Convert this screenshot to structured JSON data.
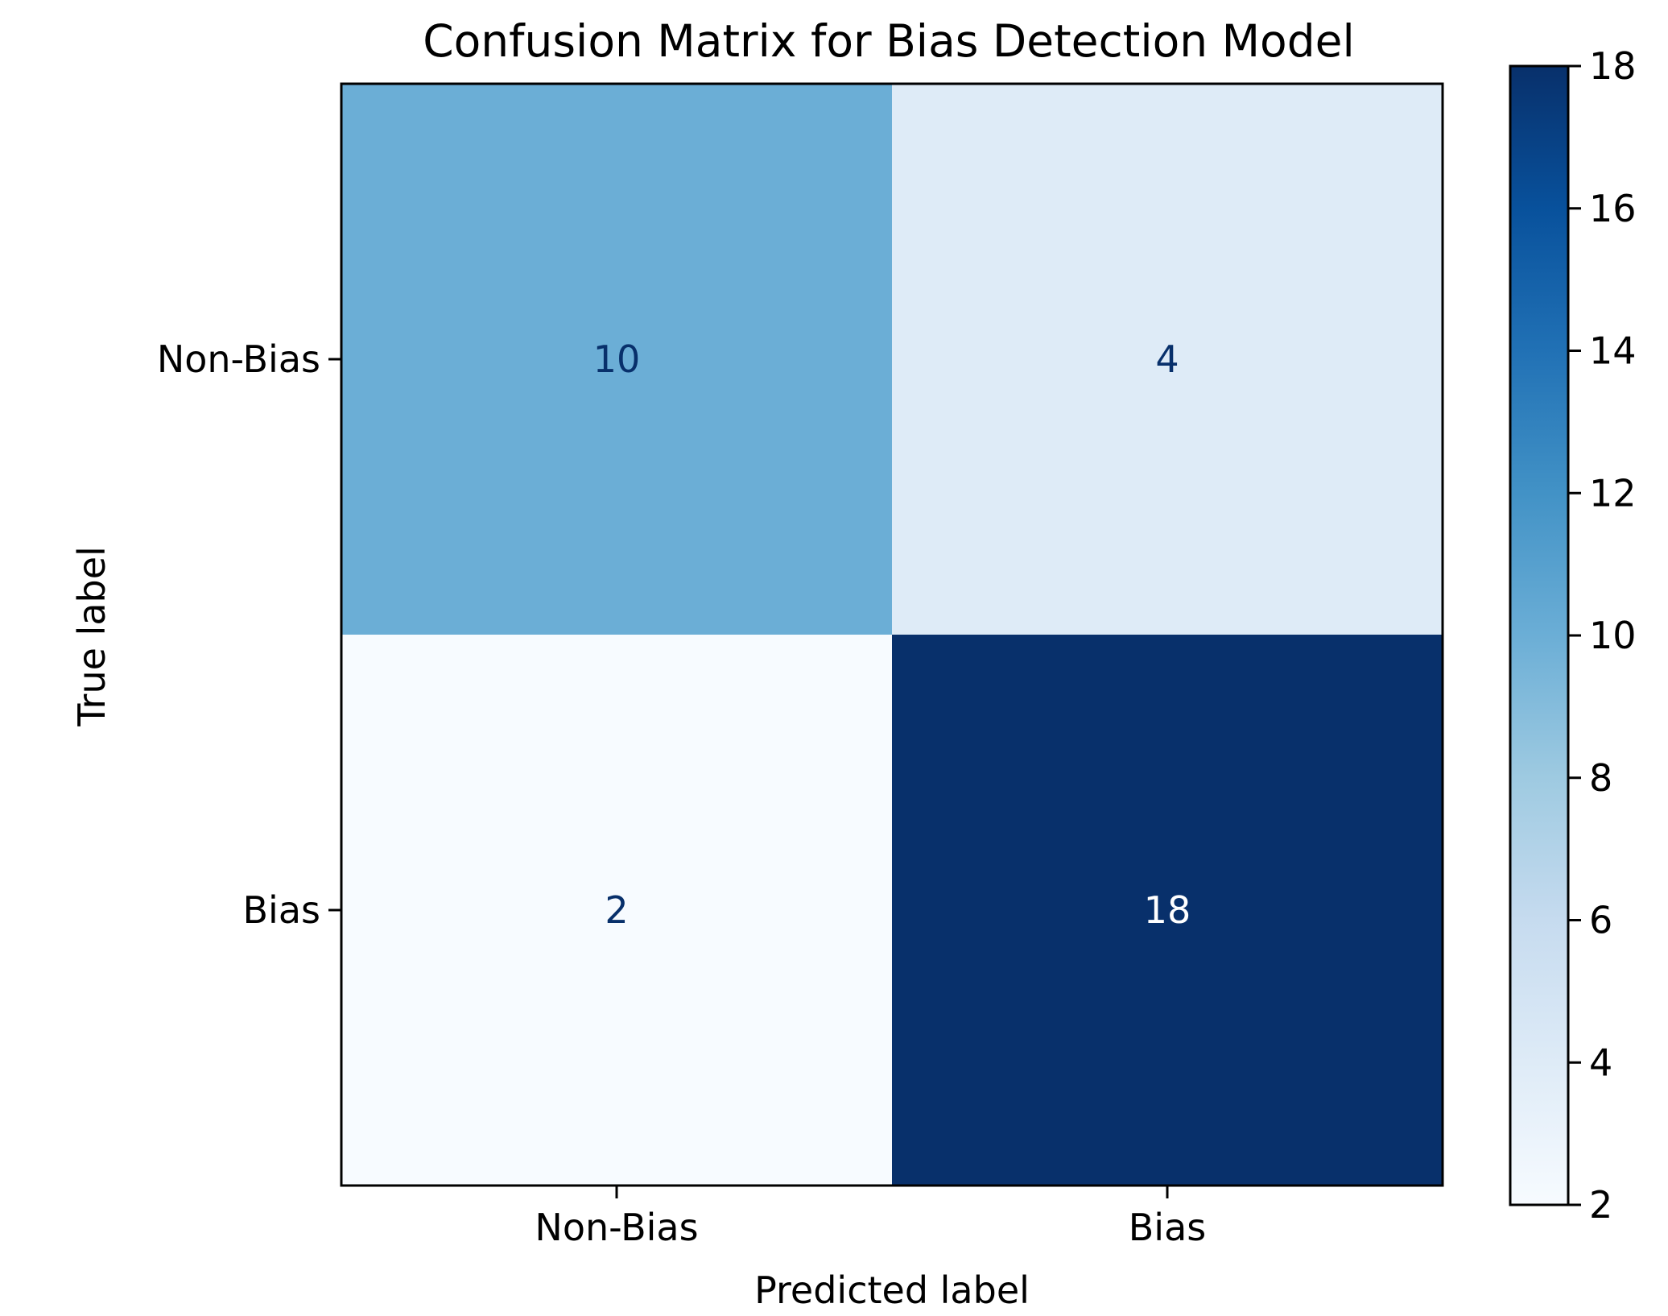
{
  "chart_data": {
    "type": "heatmap",
    "title": "Confusion Matrix for Bias Detection Model",
    "xlabel": "Predicted label",
    "ylabel": "True label",
    "x_categories": [
      "Non-Bias",
      "Bias"
    ],
    "y_categories": [
      "Non-Bias",
      "Bias"
    ],
    "values": [
      [
        10,
        4
      ],
      [
        2,
        18
      ]
    ],
    "colormap": "Blues",
    "colorbar": {
      "range": [
        2,
        18
      ],
      "ticks": [
        2,
        4,
        6,
        8,
        10,
        12,
        14,
        16,
        18
      ]
    },
    "grid": false
  }
}
